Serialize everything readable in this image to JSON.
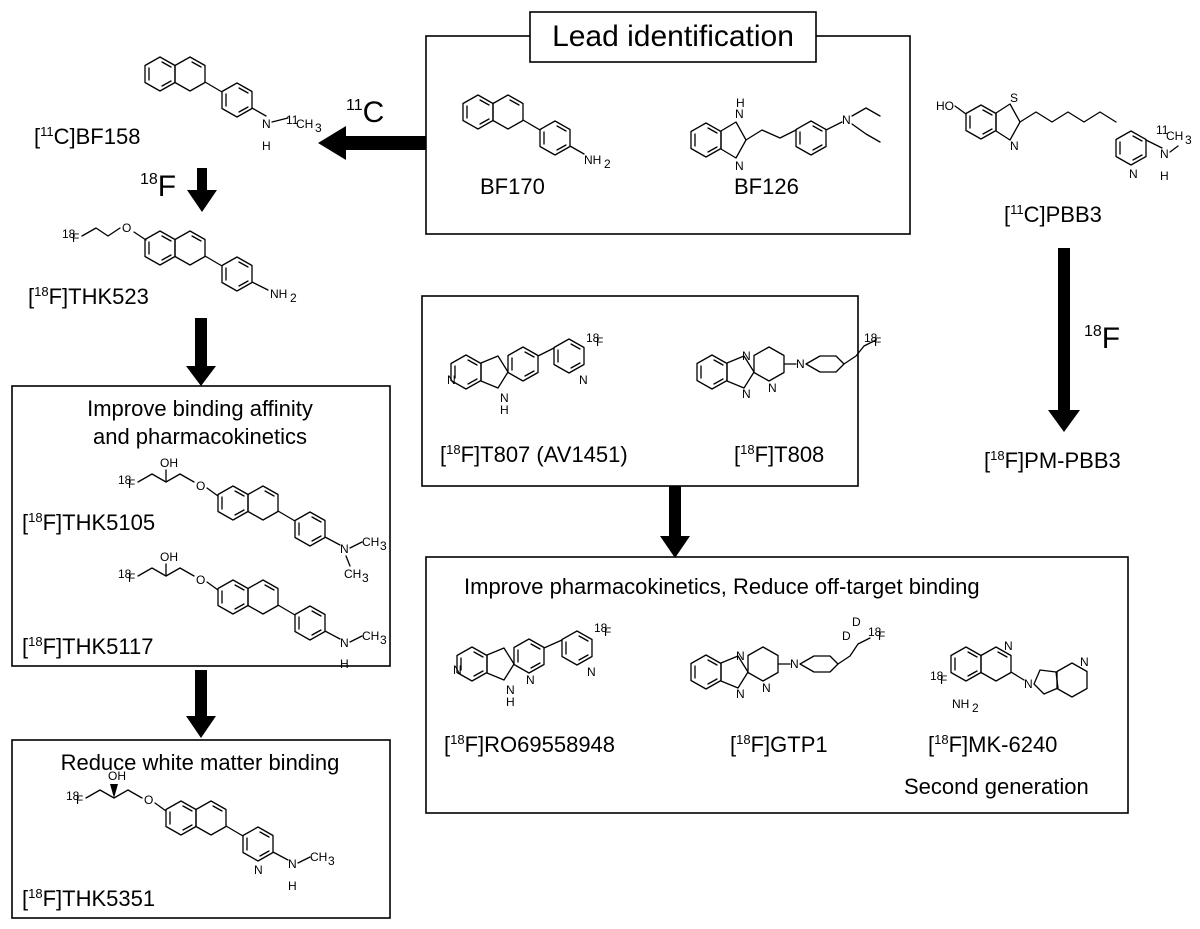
{
  "lead": {
    "title": "Lead identification",
    "compounds": [
      "BF170",
      "BF126"
    ]
  },
  "labels": {
    "bf158": [
      "[",
      "11",
      "C]BF158"
    ],
    "thk523": [
      "[",
      "18",
      "F]THK523"
    ],
    "thk5105": [
      "[",
      "18",
      "F]THK5105"
    ],
    "thk5117": [
      "[",
      "18",
      "F]THK5117"
    ],
    "thk5351": [
      "[",
      "18",
      "F]THK5351"
    ],
    "pbb3": [
      "[",
      "11",
      "C]PBB3"
    ],
    "pmpbb3": [
      "[",
      "18",
      "F]PM-PBB3"
    ],
    "t807": [
      "[",
      "18",
      "F]T807 (AV1451)"
    ],
    "t808": [
      "[",
      "18",
      "F]T808"
    ],
    "ro": [
      "[",
      "18",
      "F]RO69558948"
    ],
    "gtp1": [
      "[",
      "18",
      "F]GTP1"
    ],
    "mk": [
      "[",
      "18",
      "F]MK-6240"
    ]
  },
  "arrows": {
    "c11": [
      "11",
      "C"
    ],
    "f18a": [
      "18",
      "F"
    ],
    "f18b": [
      "18",
      "F"
    ]
  },
  "boxes": {
    "improve_binding": [
      "Improve binding affinity",
      "and pharmacokinetics"
    ],
    "reduce_white": "Reduce white matter binding",
    "improve_pk": "Improve pharmacokinetics, Reduce off-target binding",
    "second_gen": "Second generation"
  },
  "atoms": {
    "nh2": "NH",
    "nh2_sub": "2",
    "n": "N",
    "h": "H",
    "s": "S",
    "ho": "HO",
    "oh": "OH",
    "o": "O",
    "d": "D",
    "f18": [
      "18",
      "F"
    ],
    "c11h3": [
      "11",
      "CH",
      "3"
    ],
    "ch3": [
      "CH",
      "3"
    ]
  }
}
